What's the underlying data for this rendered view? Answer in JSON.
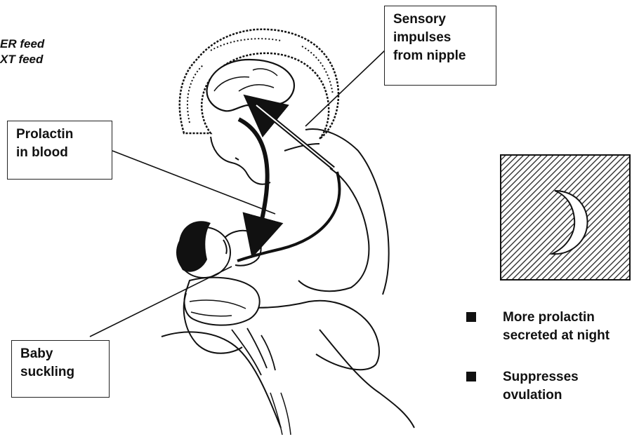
{
  "top_left_text": {
    "line1": "ER feed",
    "line2": "XT feed"
  },
  "labels": {
    "sensory": [
      "Sensory",
      "impulses",
      "from nipple"
    ],
    "prolactin": [
      "Prolactin",
      "in blood"
    ],
    "baby": [
      "Baby",
      "suckling"
    ]
  },
  "bullets": [
    {
      "lines": [
        "More prolactin",
        "secreted at night"
      ]
    },
    {
      "lines": [
        "Suppresses",
        "ovulation"
      ]
    }
  ],
  "icons": {
    "night_panel": "crescent-moon-icon",
    "bullet": "square-bullet-icon"
  },
  "colors": {
    "ink": "#111111",
    "background": "#ffffff",
    "hatch": "#222222"
  }
}
